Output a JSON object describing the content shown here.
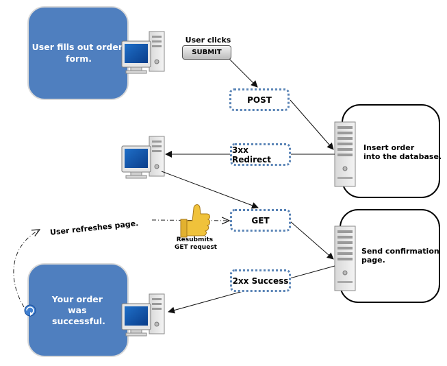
{
  "nodes": {
    "start": {
      "text_lines": [
        "User fills out order",
        "form."
      ]
    },
    "result": {
      "text_lines": [
        "Your order",
        "was",
        "successful."
      ]
    },
    "insert": {
      "text_lines": [
        "Insert order",
        "into the database."
      ]
    },
    "confirm": {
      "text_lines": [
        "Send confirmation",
        "page."
      ]
    }
  },
  "labels": {
    "user_clicks": "User clicks",
    "submit_button": "SUBMIT",
    "post": "POST",
    "redirect": "3xx Redirect",
    "get": "GET",
    "success": "2xx Success",
    "refresh": "User refreshes page.",
    "resubmit_lines": [
      "Resubmits",
      "GET request"
    ]
  },
  "colors": {
    "client_box": "#4f7fbf",
    "label_border": "#5a84b6",
    "arrow": "#111111"
  },
  "icons": [
    "computer-icon",
    "server-icon",
    "thumbs-up-icon",
    "refresh-icon"
  ]
}
